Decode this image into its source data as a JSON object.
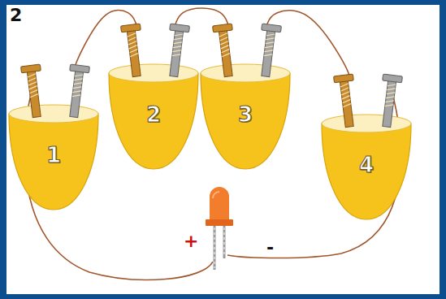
{
  "diagram": {
    "nodes": [
      {
        "text": [
          "1"
        ]
      },
      {
        "text": [
          "2"
        ]
      },
      {
        "text": [
          "3"
        ]
      },
      {
        "text": [
          "4"
        ]
      }
    ],
    "edges": [
      {
        "from": 0,
        "to": 1,
        "arrow": "none"
      },
      {
        "from": 1,
        "to": 2,
        "arrow": "none"
      },
      {
        "from": 2,
        "to": 3,
        "arrow": "none"
      }
    ],
    "labels": [
      "2",
      "+",
      "-"
    ]
  }
}
